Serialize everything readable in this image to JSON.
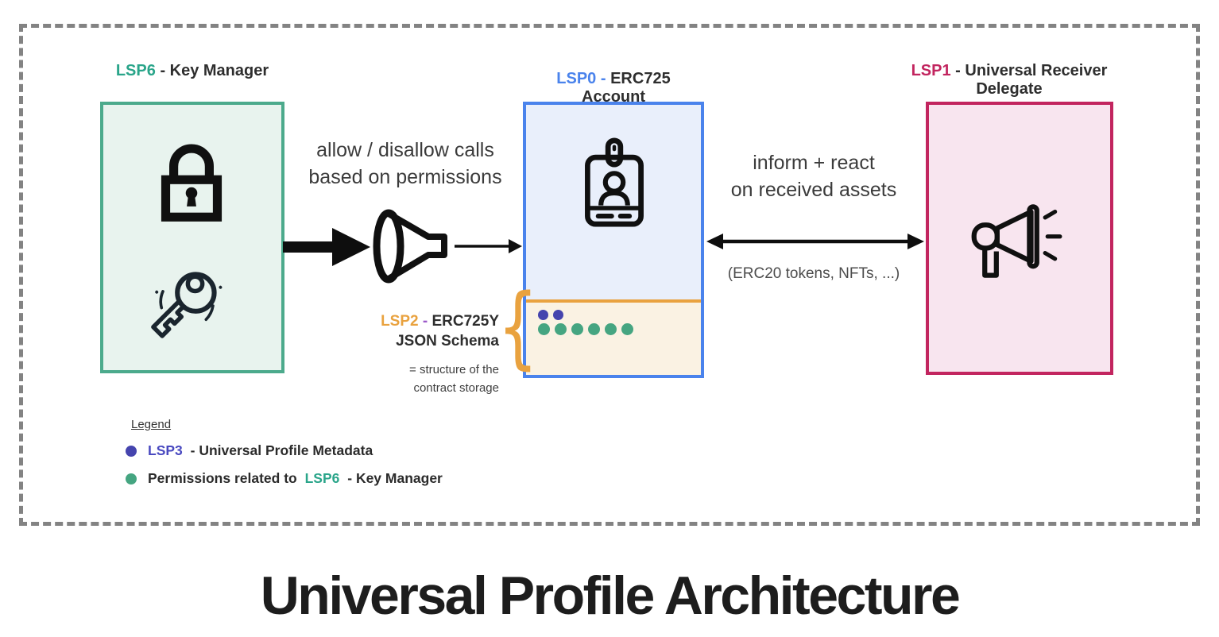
{
  "title": "Universal Profile Architecture",
  "colors": {
    "teal": "#2aa58a",
    "blue": "#4a83ec",
    "magenta": "#c2255f",
    "orange": "#e9a23f",
    "purple": "#9b59c9",
    "indigo": "#4544ae",
    "green_dot": "#45a581"
  },
  "nodes": {
    "lsp6": {
      "tag": "LSP6",
      "rest": "- Key Manager"
    },
    "lsp0": {
      "tag": "LSP0 -",
      "rest": "ERC725 Account"
    },
    "lsp1": {
      "tag": "LSP1",
      "rest": "- Universal Receiver Delegate"
    }
  },
  "flows": {
    "allow": {
      "line1": "allow / disallow calls",
      "line2": "based on permissions"
    },
    "inform": {
      "line1": "inform + react",
      "line2": "on received assets",
      "note": "(ERC20 tokens, NFTs, ...)"
    }
  },
  "schema": {
    "tag": "LSP2",
    "dash": "-",
    "label1": "ERC725Y",
    "label2": "JSON Schema",
    "note1": "= structure of the",
    "note2": "contract storage",
    "brace": "{",
    "dots": {
      "metadata_count": 2,
      "permission_count": 6
    }
  },
  "legend": {
    "title": "Legend",
    "items": [
      {
        "pre": "",
        "tag": "LSP3",
        "rest": "- Universal Profile Metadata",
        "dot": "#4544ae",
        "tag_color": "#4949c0"
      },
      {
        "pre": "Permissions related to",
        "tag": "LSP6",
        "rest": "- Key Manager",
        "dot": "#45a581",
        "tag_color": "#2aa58a"
      }
    ]
  }
}
